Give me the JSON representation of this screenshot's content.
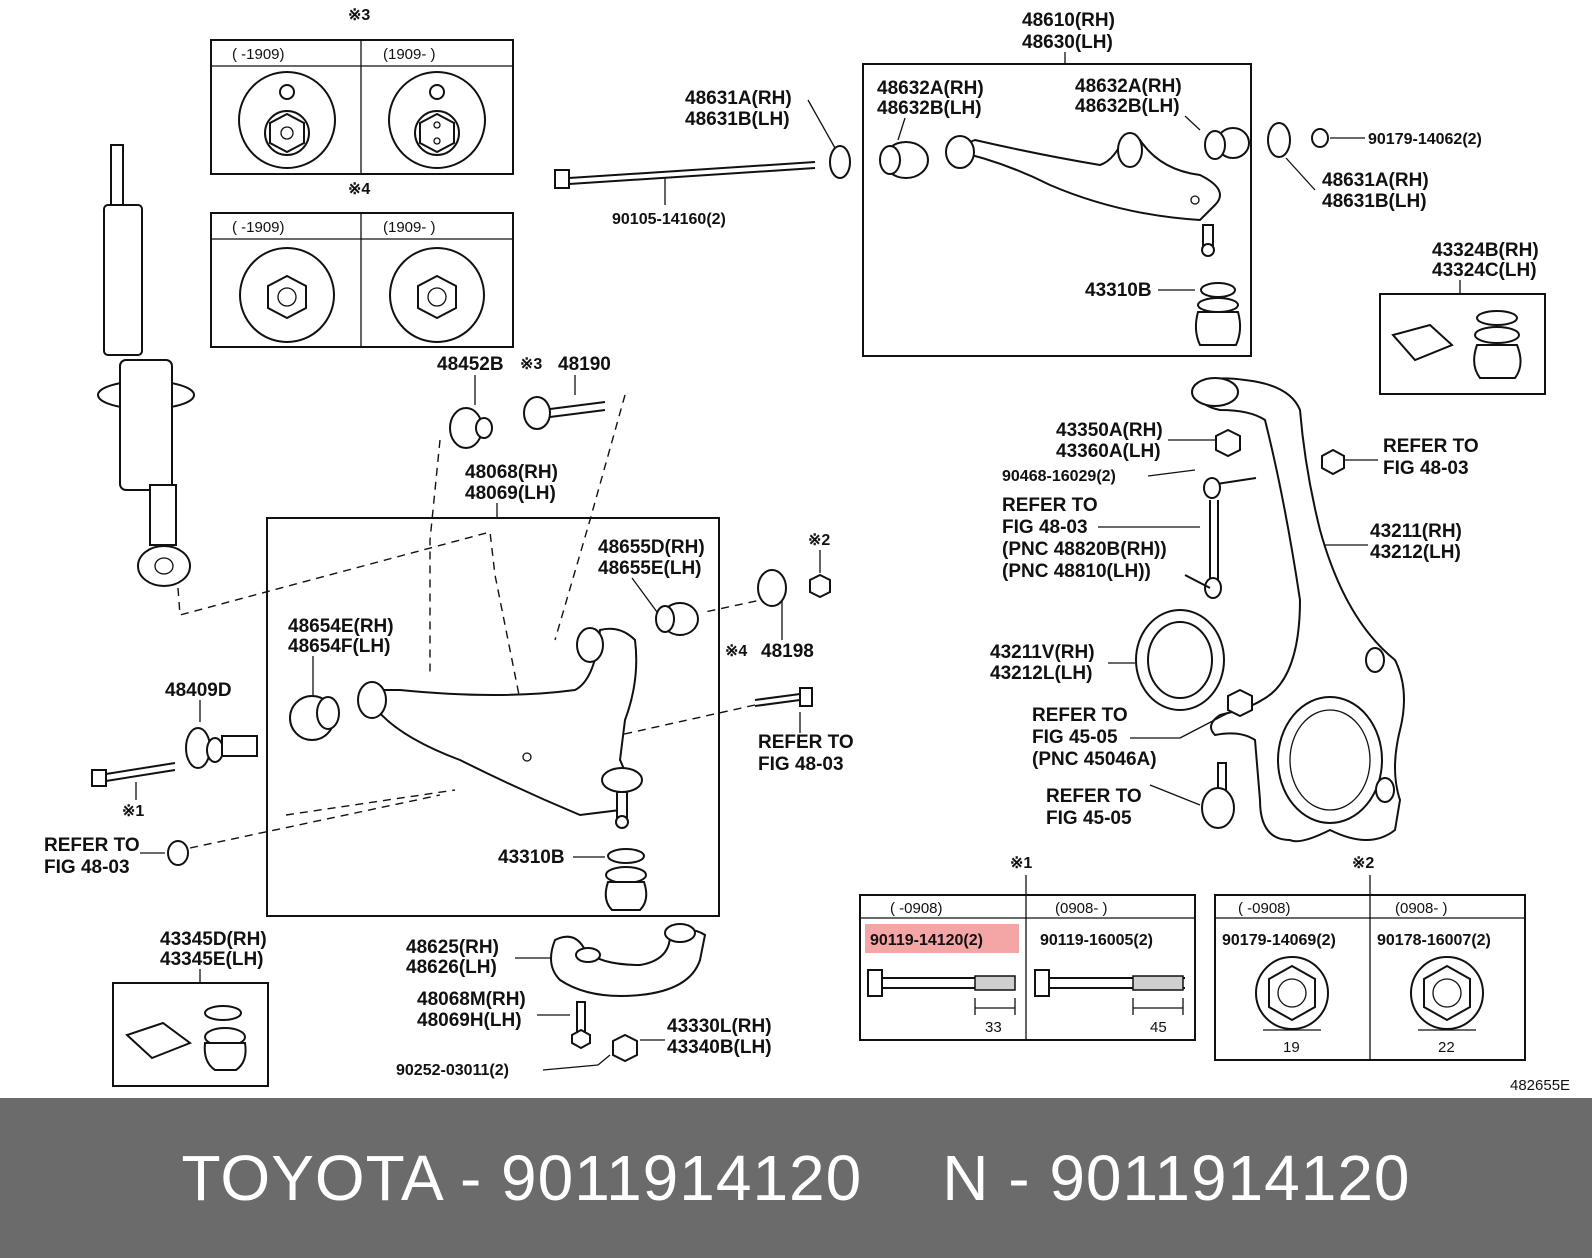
{
  "diagram": {
    "figure_code": "482655E",
    "highlight_color": "#f4a6a6",
    "callouts": {
      "note3": "※3",
      "note4": "※4",
      "note1_small": "※1",
      "note1_table": "※1",
      "note2_small": "※2",
      "note2_table": "※2",
      "note3_48190": "※3",
      "note4_48198": "※4"
    },
    "inset3": {
      "left_header": "(      -1909)",
      "right_header": "(1909-       )"
    },
    "inset4": {
      "left_header": "(      -1909)",
      "right_header": "(1909-       )"
    },
    "labels": {
      "p48610": "48610(RH)",
      "p48630": "48630(LH)",
      "p48632a_1": "48632A(RH)",
      "p48632b_1": "48632B(LH)",
      "p48632a_2": "48632A(RH)",
      "p48632b_2": "48632B(LH)",
      "p48631a_1": "48631A(RH)",
      "p48631b_1": "48631B(LH)",
      "p90105": "90105-14160(2)",
      "p90179_14062": "90179-14062(2)",
      "p48631a_2": "48631A(RH)",
      "p48631b_2": "48631B(LH)",
      "p43310b_top": "43310B",
      "p43324b": "43324B(RH)",
      "p43324c": "43324C(LH)",
      "p48452b": "48452B",
      "p48190": "48190",
      "p48068": "48068(RH)",
      "p48069": "48069(LH)",
      "p48655d": "48655D(RH)",
      "p48655e": "48655E(LH)",
      "p48654e": "48654E(RH)",
      "p48654f": "48654F(LH)",
      "p48198": "48198",
      "p48409d": "48409D",
      "refer_4803_a1": "REFER TO",
      "refer_4803_a2": "FIG 48-03",
      "refer_4803_b1": "REFER TO",
      "refer_4803_b2": "FIG 48-03",
      "p43310b_mid": "43310B",
      "p43345d": "43345D(RH)",
      "p43345e": "43345E(LH)",
      "p48625": "48625(RH)",
      "p48626": "48626(LH)",
      "p48068m": "48068M(RH)",
      "p48069h": "48069H(LH)",
      "p43330l": "43330L(RH)",
      "p43340b": "43340B(LH)",
      "p90252": "90252-03011(2)",
      "p43350a": "43350A(RH)",
      "p43360a": "43360A(LH)",
      "p90468": "90468-16029(2)",
      "refer_4803_c1": "REFER TO",
      "refer_4803_c2": "FIG 48-03",
      "refer_4803_c3": "(PNC 48820B(RH))",
      "refer_4803_c4": "(PNC 48810(LH))",
      "refer_4803_d1": "REFER TO",
      "refer_4803_d2": "FIG 48-03",
      "p43211": "43211(RH)",
      "p43212": "43212(LH)",
      "p43211v": "43211V(RH)",
      "p43212l": "43212L(LH)",
      "refer_4505_a1": "REFER TO",
      "refer_4505_a2": "FIG 45-05",
      "refer_4505_a3": "(PNC 45046A)",
      "refer_4505_b1": "REFER TO",
      "refer_4505_b2": "FIG 45-05"
    },
    "table1": {
      "left_header": "(      -0908)",
      "right_header": "(0908-       )",
      "left_part": "90119-14120(2)",
      "right_part": "90119-16005(2)",
      "left_dim": "33",
      "right_dim": "45"
    },
    "table2": {
      "left_header": "(      -0908)",
      "right_header": "(0908-       )",
      "left_part": "90179-14069(2)",
      "right_part": "90178-16007(2)",
      "left_dim": "19",
      "right_dim": "22"
    }
  },
  "footer": {
    "left_text": "TOYOTA - 9011914120",
    "right_text": "N - 9011914120"
  }
}
